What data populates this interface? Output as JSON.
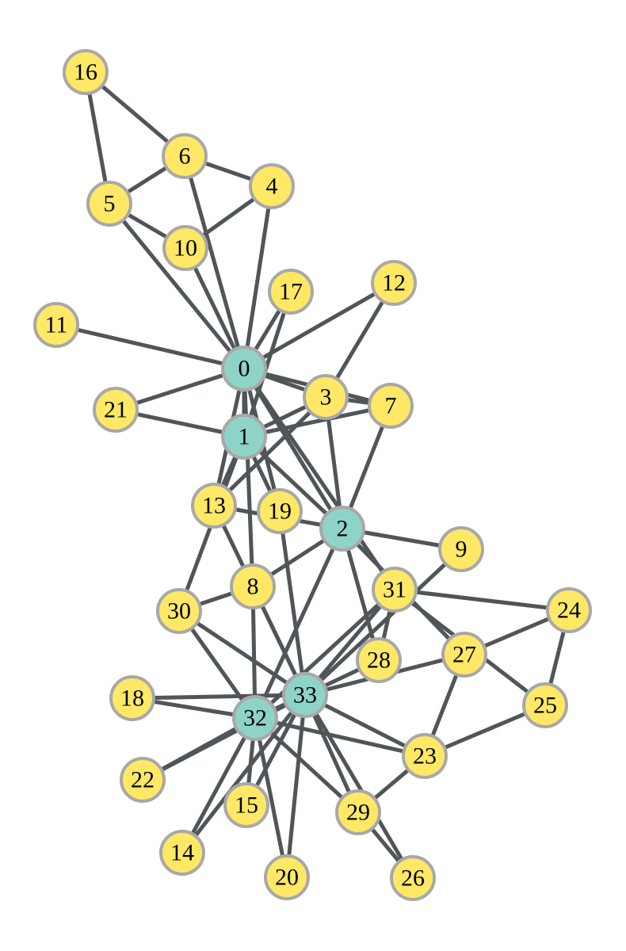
{
  "graph": {
    "nodes": [
      {
        "id": "0",
        "group": "hub"
      },
      {
        "id": "1",
        "group": "hub"
      },
      {
        "id": "2",
        "group": "hub"
      },
      {
        "id": "3",
        "group": "member"
      },
      {
        "id": "4",
        "group": "member"
      },
      {
        "id": "5",
        "group": "member"
      },
      {
        "id": "6",
        "group": "member"
      },
      {
        "id": "7",
        "group": "member"
      },
      {
        "id": "8",
        "group": "member"
      },
      {
        "id": "9",
        "group": "member"
      },
      {
        "id": "10",
        "group": "member"
      },
      {
        "id": "11",
        "group": "member"
      },
      {
        "id": "12",
        "group": "member"
      },
      {
        "id": "13",
        "group": "member"
      },
      {
        "id": "14",
        "group": "member"
      },
      {
        "id": "15",
        "group": "member"
      },
      {
        "id": "16",
        "group": "member"
      },
      {
        "id": "17",
        "group": "member"
      },
      {
        "id": "18",
        "group": "member"
      },
      {
        "id": "19",
        "group": "member"
      },
      {
        "id": "20",
        "group": "member"
      },
      {
        "id": "21",
        "group": "member"
      },
      {
        "id": "22",
        "group": "member"
      },
      {
        "id": "23",
        "group": "member"
      },
      {
        "id": "24",
        "group": "member"
      },
      {
        "id": "25",
        "group": "member"
      },
      {
        "id": "26",
        "group": "member"
      },
      {
        "id": "27",
        "group": "member"
      },
      {
        "id": "28",
        "group": "member"
      },
      {
        "id": "29",
        "group": "member"
      },
      {
        "id": "30",
        "group": "member"
      },
      {
        "id": "31",
        "group": "member"
      },
      {
        "id": "32",
        "group": "hub"
      },
      {
        "id": "33",
        "group": "hub"
      }
    ],
    "edges": [
      [
        "0",
        "1"
      ],
      [
        "0",
        "2"
      ],
      [
        "0",
        "3"
      ],
      [
        "0",
        "4"
      ],
      [
        "0",
        "5"
      ],
      [
        "0",
        "6"
      ],
      [
        "0",
        "7"
      ],
      [
        "0",
        "8"
      ],
      [
        "0",
        "10"
      ],
      [
        "0",
        "11"
      ],
      [
        "0",
        "12"
      ],
      [
        "0",
        "13"
      ],
      [
        "0",
        "17"
      ],
      [
        "0",
        "19"
      ],
      [
        "0",
        "21"
      ],
      [
        "0",
        "31"
      ],
      [
        "1",
        "2"
      ],
      [
        "1",
        "3"
      ],
      [
        "1",
        "7"
      ],
      [
        "1",
        "13"
      ],
      [
        "1",
        "17"
      ],
      [
        "1",
        "19"
      ],
      [
        "1",
        "21"
      ],
      [
        "1",
        "30"
      ],
      [
        "2",
        "3"
      ],
      [
        "2",
        "7"
      ],
      [
        "2",
        "8"
      ],
      [
        "2",
        "9"
      ],
      [
        "2",
        "13"
      ],
      [
        "2",
        "27"
      ],
      [
        "2",
        "28"
      ],
      [
        "2",
        "32"
      ],
      [
        "3",
        "7"
      ],
      [
        "3",
        "12"
      ],
      [
        "3",
        "13"
      ],
      [
        "4",
        "6"
      ],
      [
        "4",
        "10"
      ],
      [
        "5",
        "6"
      ],
      [
        "5",
        "10"
      ],
      [
        "5",
        "16"
      ],
      [
        "6",
        "16"
      ],
      [
        "8",
        "30"
      ],
      [
        "8",
        "32"
      ],
      [
        "8",
        "33"
      ],
      [
        "9",
        "33"
      ],
      [
        "13",
        "33"
      ],
      [
        "14",
        "32"
      ],
      [
        "14",
        "33"
      ],
      [
        "15",
        "32"
      ],
      [
        "15",
        "33"
      ],
      [
        "18",
        "32"
      ],
      [
        "18",
        "33"
      ],
      [
        "19",
        "33"
      ],
      [
        "20",
        "32"
      ],
      [
        "20",
        "33"
      ],
      [
        "22",
        "32"
      ],
      [
        "22",
        "33"
      ],
      [
        "23",
        "25"
      ],
      [
        "23",
        "27"
      ],
      [
        "23",
        "29"
      ],
      [
        "23",
        "32"
      ],
      [
        "23",
        "33"
      ],
      [
        "24",
        "25"
      ],
      [
        "24",
        "27"
      ],
      [
        "24",
        "31"
      ],
      [
        "25",
        "31"
      ],
      [
        "26",
        "29"
      ],
      [
        "26",
        "33"
      ],
      [
        "27",
        "33"
      ],
      [
        "28",
        "31"
      ],
      [
        "28",
        "33"
      ],
      [
        "29",
        "32"
      ],
      [
        "29",
        "33"
      ],
      [
        "30",
        "32"
      ],
      [
        "30",
        "33"
      ],
      [
        "31",
        "32"
      ],
      [
        "31",
        "33"
      ],
      [
        "32",
        "33"
      ]
    ]
  },
  "colors": {
    "hub_fill": "#8ed3c7",
    "member_fill": "#ffe866",
    "node_stroke": "#a8a8a8",
    "edge": "#4f5559",
    "label": "#000000",
    "background": "#ffffff"
  }
}
